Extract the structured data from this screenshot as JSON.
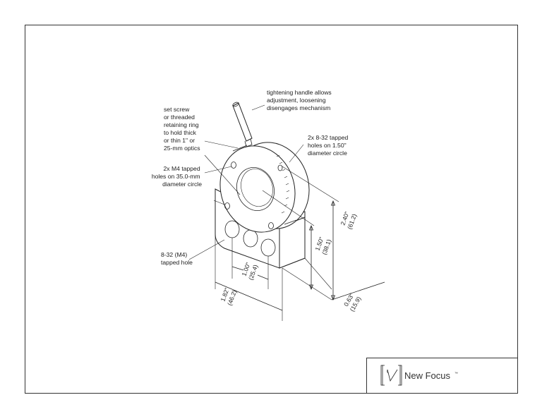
{
  "callouts": {
    "handle": [
      "tightening handle allows",
      "adjustment, loosening",
      "disengages mechanism"
    ],
    "set_screw": [
      "set screw",
      "or threaded",
      "retaining ring",
      "to hold thick",
      "or thin 1\" or",
      "25-mm optics"
    ],
    "m4_holes": [
      "2x M4 tapped",
      "holes on 35.0-mm",
      "diameter circle"
    ],
    "tapped_832": [
      "2x 8-32 tapped",
      "holes on 1.50\"",
      "diameter circle"
    ],
    "hole_832": [
      "8-32 (M4)",
      "tapped hole"
    ]
  },
  "dimensions": {
    "height_total": [
      "2.40\"",
      "(61.2)"
    ],
    "height_center": [
      "1.50\"",
      "(38.1)"
    ],
    "depth": [
      "0.63\"",
      "(15.9)"
    ],
    "hole_spacing": [
      "1.00\"",
      "(25.4)"
    ],
    "width": [
      "1.82\"",
      "(46.2)"
    ]
  },
  "logo": {
    "text": "New Focus",
    "tm": "™"
  }
}
